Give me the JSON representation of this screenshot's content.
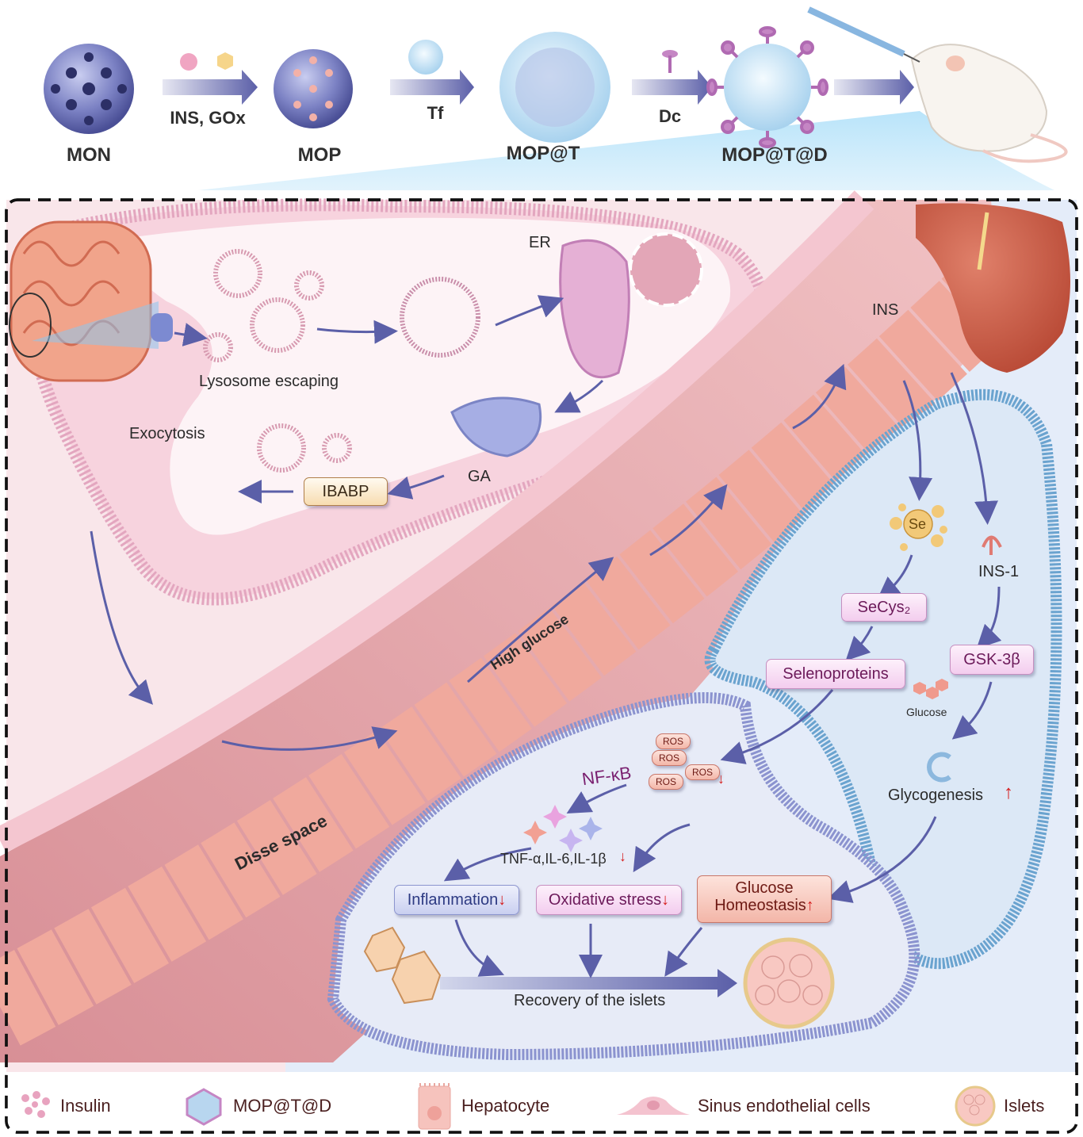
{
  "synthesis": {
    "steps": [
      {
        "label": "MON",
        "icon": "mesoporous-sphere"
      },
      {
        "label": "MOP",
        "icon": "loaded-sphere"
      },
      {
        "label": "MOP@T",
        "icon": "coated-sphere"
      },
      {
        "label": "MOP@T@D",
        "icon": "decorated-sphere"
      }
    ],
    "reagents": [
      {
        "label": "INS, GOx"
      },
      {
        "label": "Tf"
      },
      {
        "label": "Dc"
      }
    ],
    "animal": "mouse-with-syringe"
  },
  "enterocyte": {
    "organ": "intestine",
    "labels": {
      "lysosome": "Lysosome escaping",
      "er": "ER",
      "ga": "GA",
      "exocytosis": "Exocytosis",
      "ibabp": "IBABP"
    }
  },
  "sinusoid": {
    "labels": {
      "high_glucose": "High glucose",
      "disse": "Disse space",
      "ins": "INS"
    },
    "organ": "liver"
  },
  "hepatocyte_pathway": {
    "se": "Se",
    "ins1": "INS-1",
    "secys": "SeCys₂",
    "seleno": "Selenoproteins",
    "gsk": "GSK-3β",
    "glucose": "Glucose",
    "glycogenesis": "Glycogenesis",
    "glycogenesis_trend": "↑"
  },
  "islet_pathway": {
    "ros": [
      "ROS",
      "ROS",
      "ROS",
      "ROS"
    ],
    "ros_trend": "↓",
    "nfkb": "NF-κB",
    "cytokines": "TNF-α,IL-6,IL-1β",
    "cytokines_trend": "↓",
    "inflammation": "Inflammation",
    "inflammation_trend": "↓",
    "oxidative": "Oxidative stress",
    "oxidative_trend": "↓",
    "glucose_homeo_line1": "Glucose",
    "glucose_homeo_line2": "Homeostasis",
    "glucose_homeo_trend": "↑",
    "recovery": "Recovery of the islets"
  },
  "legend": [
    {
      "label": "Insulin",
      "icon": "insulin-icon"
    },
    {
      "label": "MOP@T@D",
      "icon": "nanoparticle-icon"
    },
    {
      "label": "Hepatocyte",
      "icon": "hepatocyte-icon"
    },
    {
      "label": "Sinus endothelial cells",
      "icon": "endothelial-cell-icon"
    },
    {
      "label": "Islets",
      "icon": "islet-icon"
    }
  ],
  "colors": {
    "arrow": "#5b5fa8",
    "membrane_pink": "#e9a9c2",
    "hepatocyte": "#f0a99d",
    "islet_bg": "#e3e8f6",
    "trend_red": "#d61c1c"
  }
}
